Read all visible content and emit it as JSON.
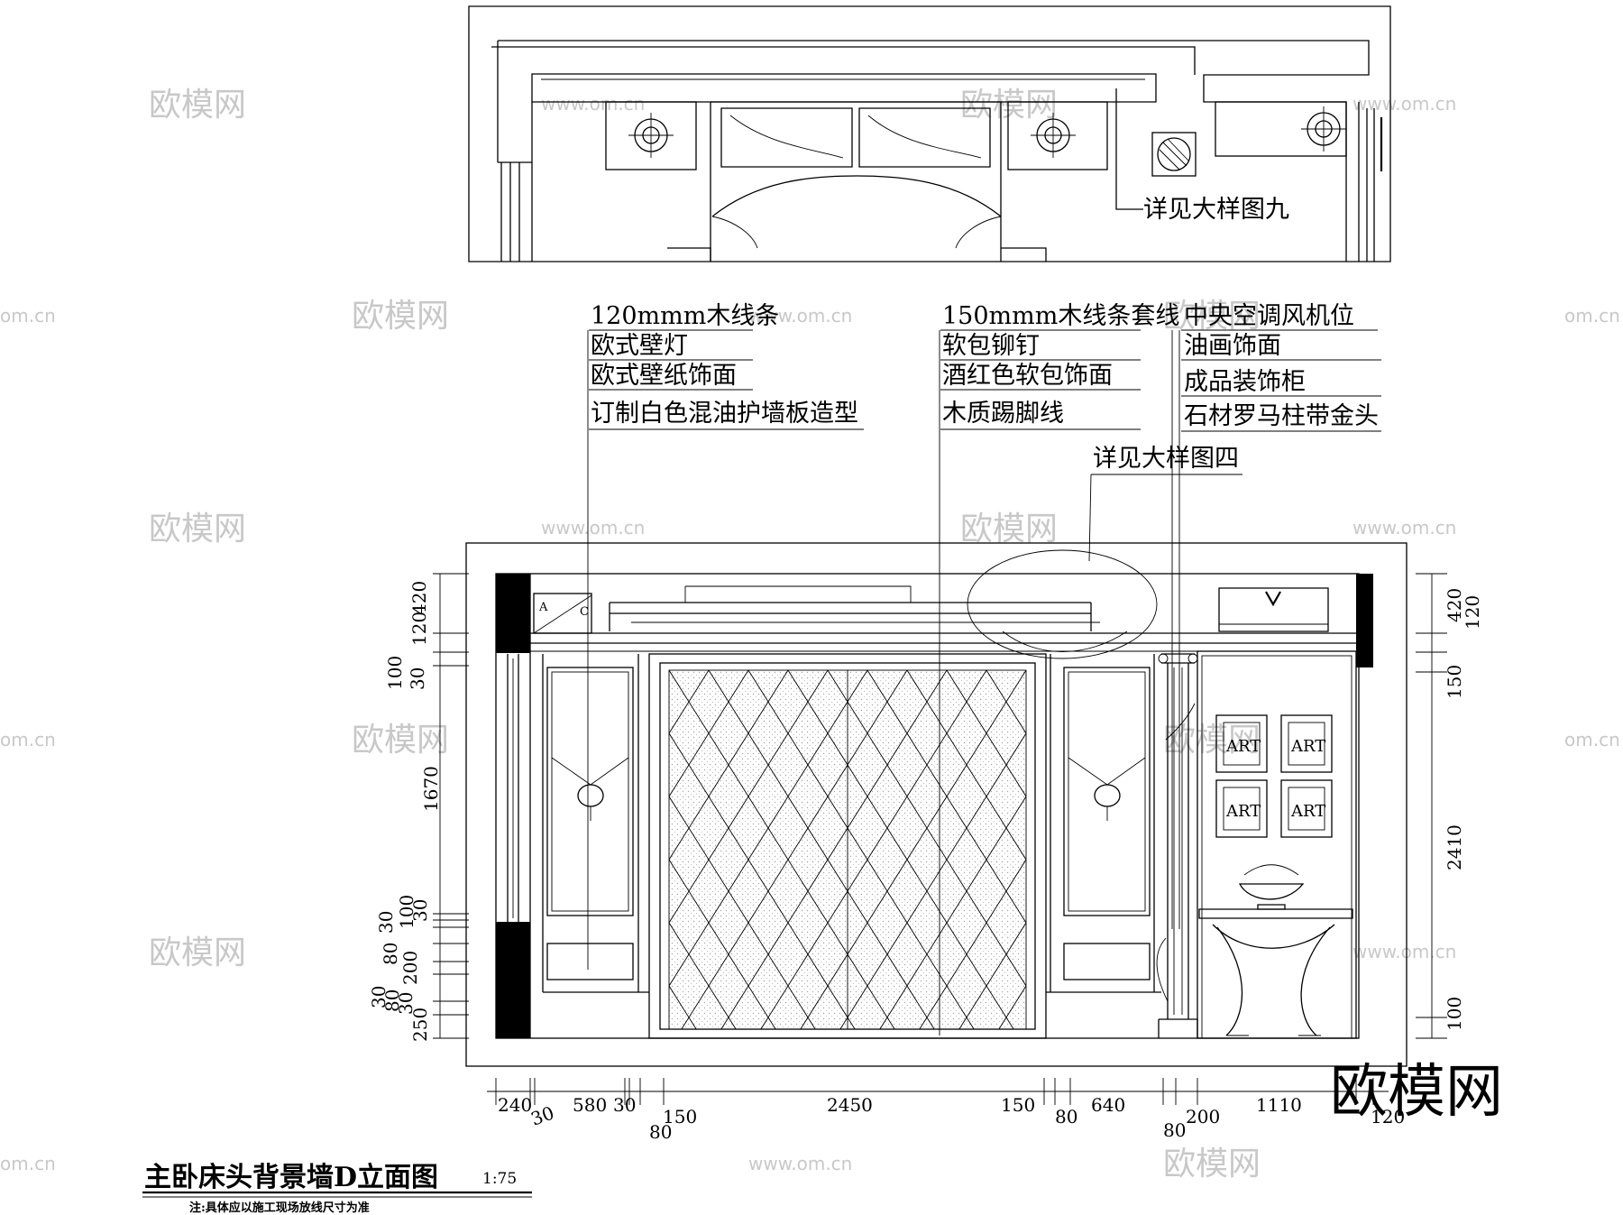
{
  "title": "主卧床头背景墙D立面图",
  "scale": "1:75",
  "note": "注:具体应以施工现场放线尺寸为准",
  "watermark": {
    "brand": "欧模网",
    "url": "www.om.cn",
    "url_short": "om.cn"
  },
  "plan_callout": "详见大样图九",
  "detail_callout": "详见大样图四",
  "art_label": "ART",
  "panel_labels": [
    "A",
    "C"
  ],
  "callout_groups": [
    [
      "120mmm木线条",
      "欧式壁灯",
      "欧式壁纸饰面",
      "订制白色混油护墙板造型"
    ],
    [
      "150mmm木线条套线",
      "软包铆钉",
      "酒红色软包饰面",
      "木质踢脚线"
    ],
    [
      "中央空调风机位",
      "油画饰面",
      "成品装饰柜",
      "石材罗马柱带金头"
    ]
  ],
  "dims_bottom": [
    "240",
    "30",
    "580",
    "30",
    "80",
    "150",
    "2450",
    "150",
    "80",
    "640",
    "80",
    "200",
    "1110",
    "120"
  ],
  "dims_left": [
    "420",
    "120",
    "100",
    "30",
    "1670",
    "30",
    "100",
    "30",
    "80",
    "200",
    "30",
    "80",
    "30",
    "250"
  ],
  "dims_right": [
    "420",
    "120",
    "150",
    "2410",
    "100"
  ]
}
